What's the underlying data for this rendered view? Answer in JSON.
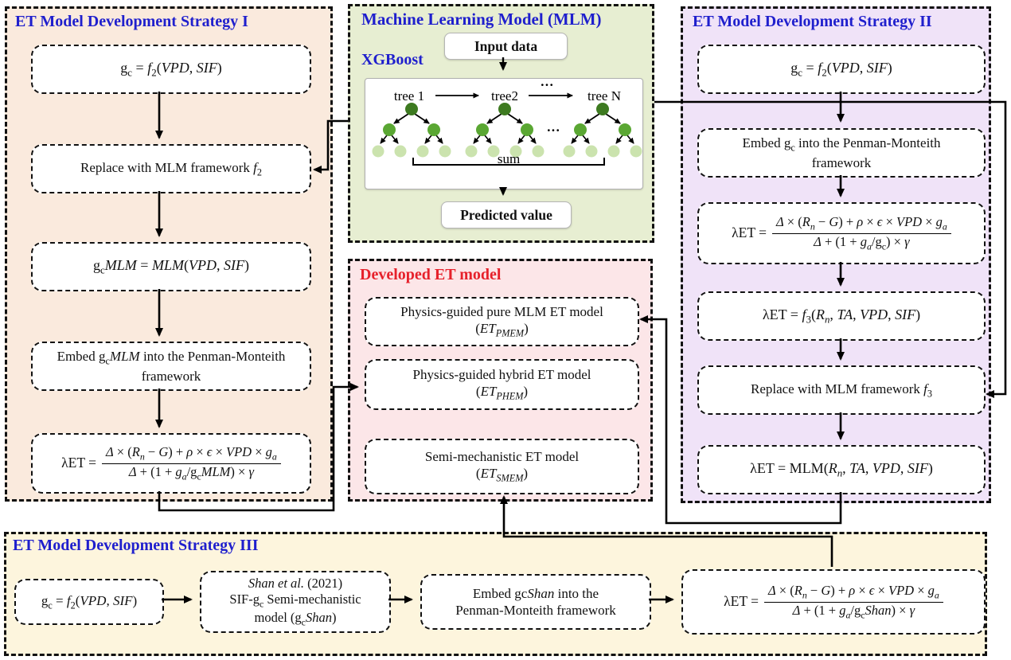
{
  "colors": {
    "title_blue": "#1f1fcd",
    "title_red": "#e6212b",
    "strategy1_bg": "#faeadd",
    "mlm_bg": "#e7eed2",
    "strategy2_bg": "#f0e3f8",
    "developed_bg": "#fce6e8",
    "strategy3_bg": "#fdf5dd",
    "tree_root_green": "#3d7a20",
    "tree_mid_green": "#5aa733",
    "tree_leaf_green": "#cbe3ae",
    "line_black": "#000000"
  },
  "lambda_prefix": "λET =",
  "formula_numerator": "<i>Δ</i> × (<i>R</i><sub><i>n</i></sub> − <i>G</i>) + <i>ρ</i> × <i>ϵ</i> × <i>VPD</i> × <i>g</i><sub><i>a</i></sub>",
  "strategy1": {
    "title": "ET Model Development Strategy I",
    "b1": "g<sub>c</sub> = <i>f</i><sub>2</sub>(<i>VPD</i>, <i>SIF</i>)",
    "b2": "Replace with MLM framework <i>f</i><sub>2</sub>",
    "b3": "g<sub>c</sub><i>MLM</i> = <i>MLM</i>(<i>VPD</i>, <i>SIF</i>)",
    "b4": "Embed g<sub>c</sub><i>MLM</i> into the Penman-Monteith<br>framework",
    "b5_den": "<i>Δ</i> + (1 + <i>g</i><sub><i>a</i></sub>/g<sub>c</sub><i>MLM</i>) × <i>γ</i>"
  },
  "mlm": {
    "title": "Machine Learning Model (MLM)",
    "engine": "XGBoost",
    "input": "Input data",
    "predicted": "Predicted value",
    "tree1": "tree 1",
    "tree2": "tree2",
    "treeN": "tree N",
    "dots_top": "···",
    "dots_mid": "···",
    "sum": "sum"
  },
  "strategy2": {
    "title": "ET Model Development Strategy II",
    "b1": "g<sub>c</sub> = <i>f</i><sub>2</sub>(<i>VPD</i>, <i>SIF</i>)",
    "b2": "Embed g<sub>c</sub> into the Penman-Monteith<br>framework",
    "b3_den": "<i>Δ</i> + (1 + <i>g</i><sub><i>a</i></sub>/g<sub>c</sub>) × <i>γ</i>",
    "b4": "λET = <i>f</i><sub>3</sub>(<i>R</i><sub><i>n</i></sub>, <i>TA</i>, <i>VPD</i>, <i>SIF</i>)",
    "b5": "Replace with MLM framework <i>f</i><sub>3</sub>",
    "b6": "λET = MLM(<i>R</i><sub><i>n</i></sub>, <i>TA</i>, <i>VPD</i>, <i>SIF</i>)"
  },
  "developed": {
    "title": "Developed ET model",
    "pmem_1": "Physics-guided pure MLM ET model",
    "pmem_2": "(<i>ET</i><sub><i>PMEM</i></sub>)",
    "phem_1": "Physics-guided hybrid ET model",
    "phem_2": "(<i>ET</i><sub><i>PHEM</i></sub>)",
    "smem_1": "Semi-mechanistic ET model",
    "smem_2": "(<i>ET</i><sub><i>SMEM</i></sub>)"
  },
  "strategy3": {
    "title": "ET Model Development Strategy III",
    "b1": "g<sub>c</sub> = <i>f</i><sub>2</sub>(<i>VPD</i>, <i>SIF</i>)",
    "b2": "<i>Shan et al.</i> (2021)<br>SIF-g<sub>c</sub> Semi-mechanistic<br>model (g<sub>c</sub><i>Shan</i>)",
    "b3": "Embed gc<i>Shan</i> into the<br>Penman-Monteith framework",
    "b4_den": "<i>Δ</i> + (1 + <i>g</i><sub><i>a</i></sub>/g<sub>c</sub><i>Shan</i>) × <i>γ</i>"
  }
}
